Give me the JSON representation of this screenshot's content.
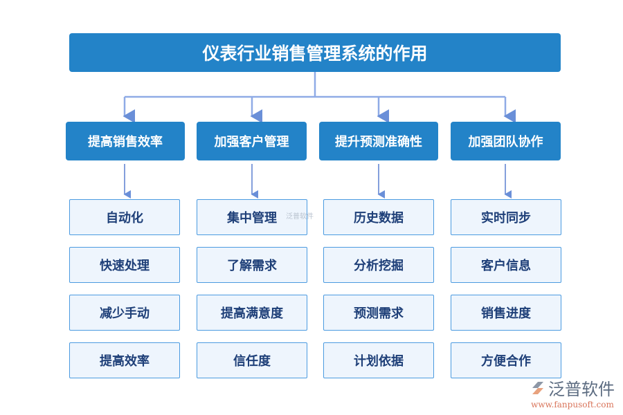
{
  "title": "仪表行业销售管理系统的作用",
  "categories": [
    {
      "label": "提高销售效率",
      "items": [
        "自动化",
        "快速处理",
        "减少手动",
        "提高效率"
      ]
    },
    {
      "label": "加强客户管理",
      "items": [
        "集中管理",
        "了解需求",
        "提高满意度",
        "信任度"
      ]
    },
    {
      "label": "提升预测准确性",
      "items": [
        "历史数据",
        "分析挖掘",
        "预测需求",
        "计划依据"
      ]
    },
    {
      "label": "加强团队协作",
      "items": [
        "实时同步",
        "客户信息",
        "销售进度",
        "方便合作"
      ]
    }
  ],
  "watermark": {
    "name": "泛普软件",
    "url": "www.fanpusoft.com"
  },
  "colors": {
    "header": "#2383c8",
    "item_bg": "#eef5fd",
    "item_border": "#4a9ae0",
    "connector": "#8fabe6"
  }
}
